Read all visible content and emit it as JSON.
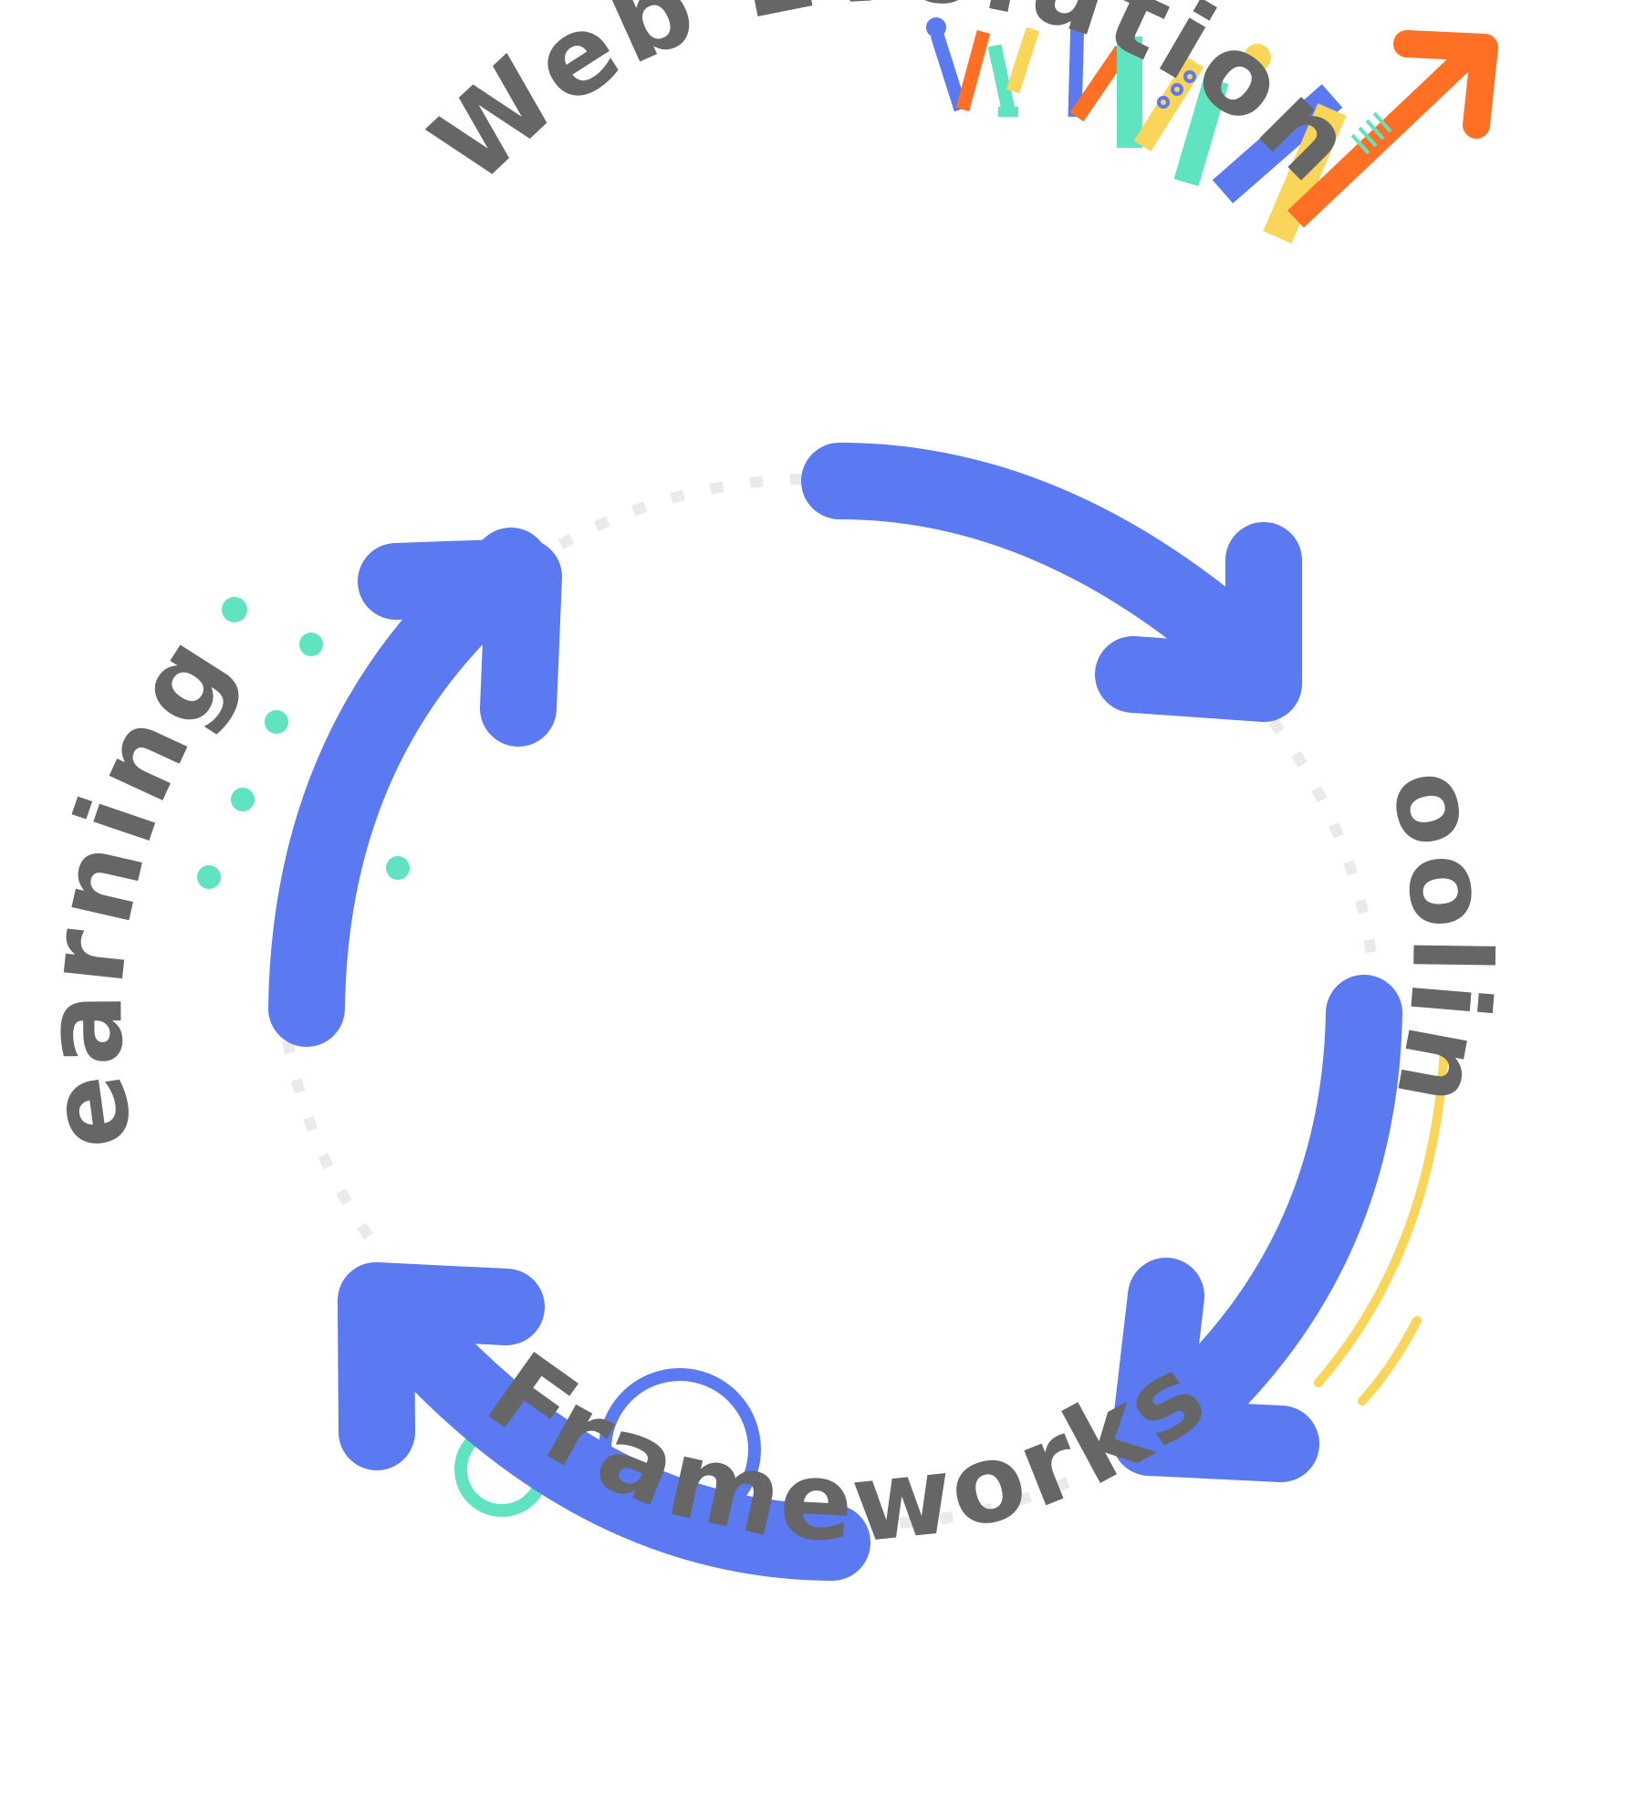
{
  "diagram": {
    "labels": {
      "top": "Web Evolution",
      "right": "Tooling",
      "bottom": "Frameworks",
      "left": "Learnings"
    },
    "colors": {
      "arrow": "#5B79F0",
      "text": "#666666",
      "dashes": "#EAEAEA",
      "accent_green": "#5FE3C0",
      "accent_yellow": "#F9D55A",
      "accent_orange": "#FF6F24"
    },
    "icon": "www-logo"
  }
}
